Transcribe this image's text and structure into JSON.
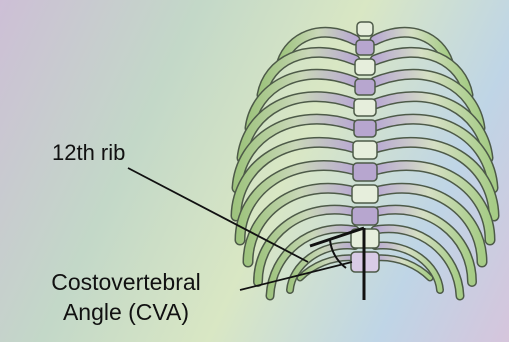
{
  "diagram": {
    "labels": {
      "rib": "12th rib",
      "cva_line1": "Costovertebral",
      "cva_line2": "Angle (CVA)"
    },
    "colors": {
      "bone_green": "#a9c98a",
      "bone_purple": "#b7a6cf",
      "bone_light": "#e6eedc",
      "outline": "#4d5a48",
      "pointer": "#111111"
    }
  }
}
